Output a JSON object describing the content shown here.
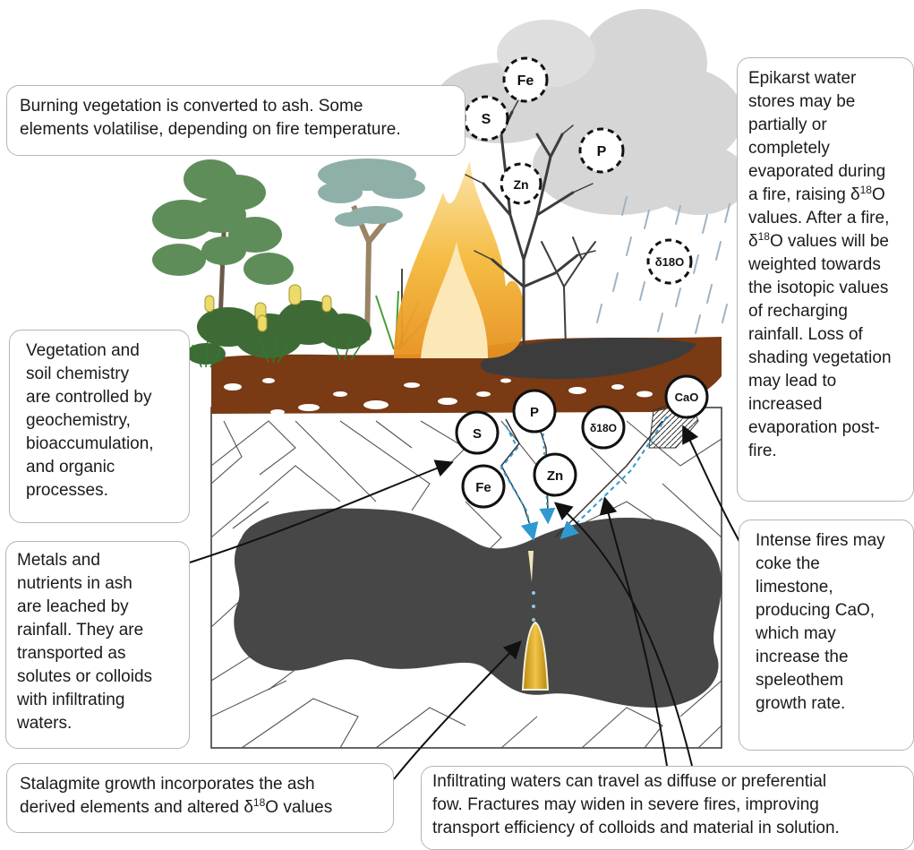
{
  "callouts": {
    "burning": "Burning vegetation is converted to ash. Some\nelements volatilise, depending on fire temperature.",
    "epikarst": {
      "part1": "Epikarst water\nstores may be\npartially or\ncompletely\nevaporated during\na fire, raising δ",
      "part2": "O\nvalues. After a fire,\nδ",
      "part3": "O values will be\nweighted towards\nthe isotopic values\nof recharging\nrainfall. Loss of\nshading vegetation\nmay lead to\nincreased\nevaporation post-\nfire."
    },
    "vegetation": "Vegetation and\nsoil chemistry\nare controlled by\ngeochemistry,\nbioaccumulation,\nand organic\nprocesses.",
    "metals": "Metals and\nnutrients in ash\nare leached by\nrainfall. They are\ntransported as\nsolutes or colloids\nwith infiltrating\nwaters.",
    "intense": "Intense fires may\ncoke the\nlimestone,\nproducing CaO,\nwhich may\nincrease the\nspeleothem\ngrowth rate.",
    "stalagmite": {
      "part1": "Stalagmite growth incorporates the ash\nderived elements and altered δ",
      "part2": "O values"
    },
    "infiltrating": "Infiltrating waters can travel as diffuse or preferential\nfow. Fractures may widen in severe fires, improving\ntransport efficiency of colloids and material in solution."
  },
  "isotope_superscript": "18",
  "delta_symbol": "δ",
  "volatilised_elements": [
    "Fe",
    "S",
    "P",
    "Zn",
    "δ18O"
  ],
  "soil_elements": [
    "S",
    "P",
    "δ18O",
    "CaO",
    "Fe",
    "Zn"
  ],
  "colors": {
    "soil": "#7a3a14",
    "cave": "#474747",
    "ash": "#3c3c3c",
    "smoke": "#d6d6d6",
    "flame": "#f2b22e",
    "stalagmite": "#d9a21a",
    "flow": "#2e9ad0",
    "foliage": "#5f8d5a"
  },
  "icons": [
    "tree-icon",
    "eucalyptus-icon",
    "banksia-icon",
    "grass-icon",
    "fern-icon",
    "flame-icon",
    "dead-tree-icon",
    "cloud-icon",
    "rain-icon",
    "stalagmite-icon",
    "drip-icon"
  ]
}
